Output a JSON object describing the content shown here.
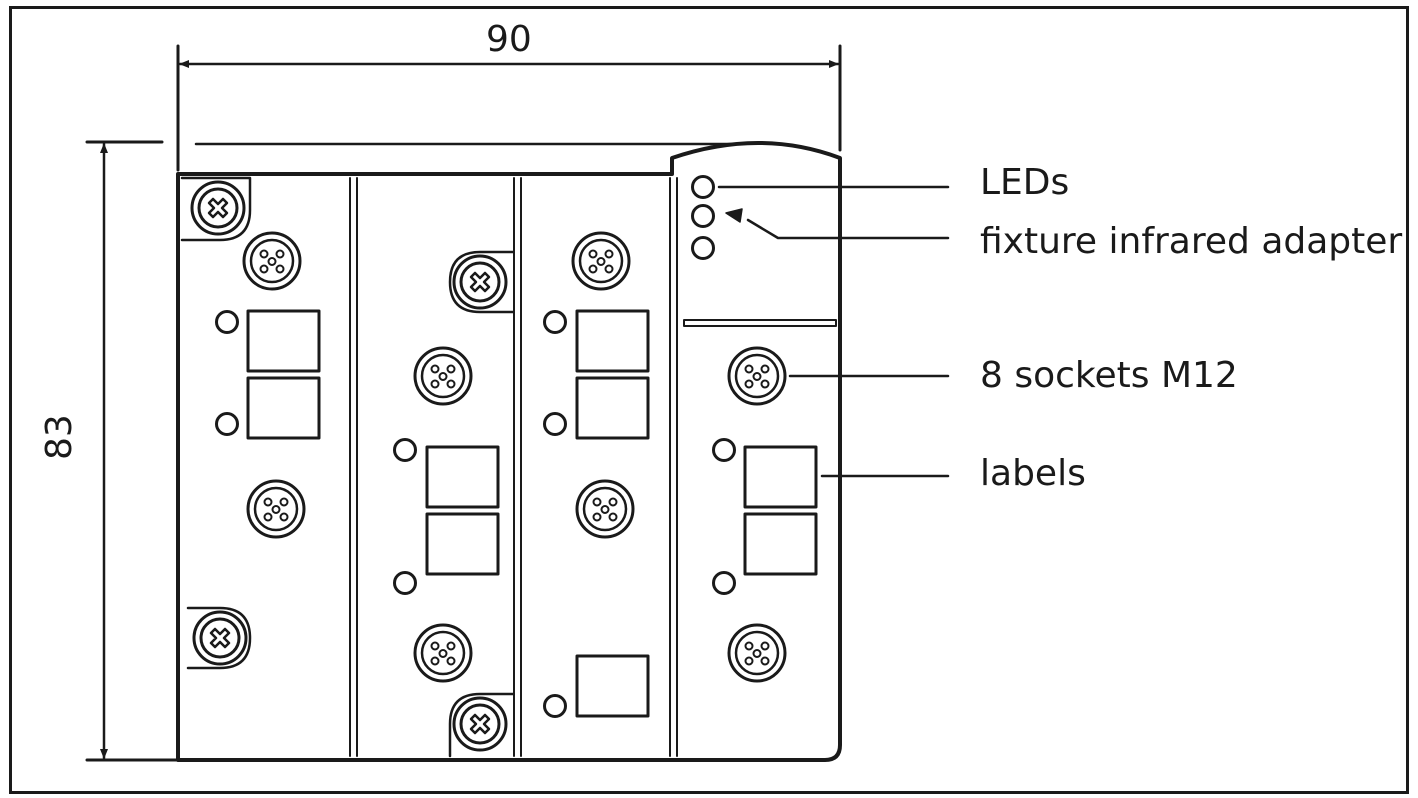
{
  "dimensions": {
    "width_value": "90",
    "height_value": "83"
  },
  "callouts": {
    "leds": "LEDs",
    "infrared": "fixture infrared adapter",
    "sockets": "8 sockets M12",
    "labels": "labels"
  },
  "colors": {
    "stroke": "#1a1a1a",
    "background": "#ffffff"
  }
}
